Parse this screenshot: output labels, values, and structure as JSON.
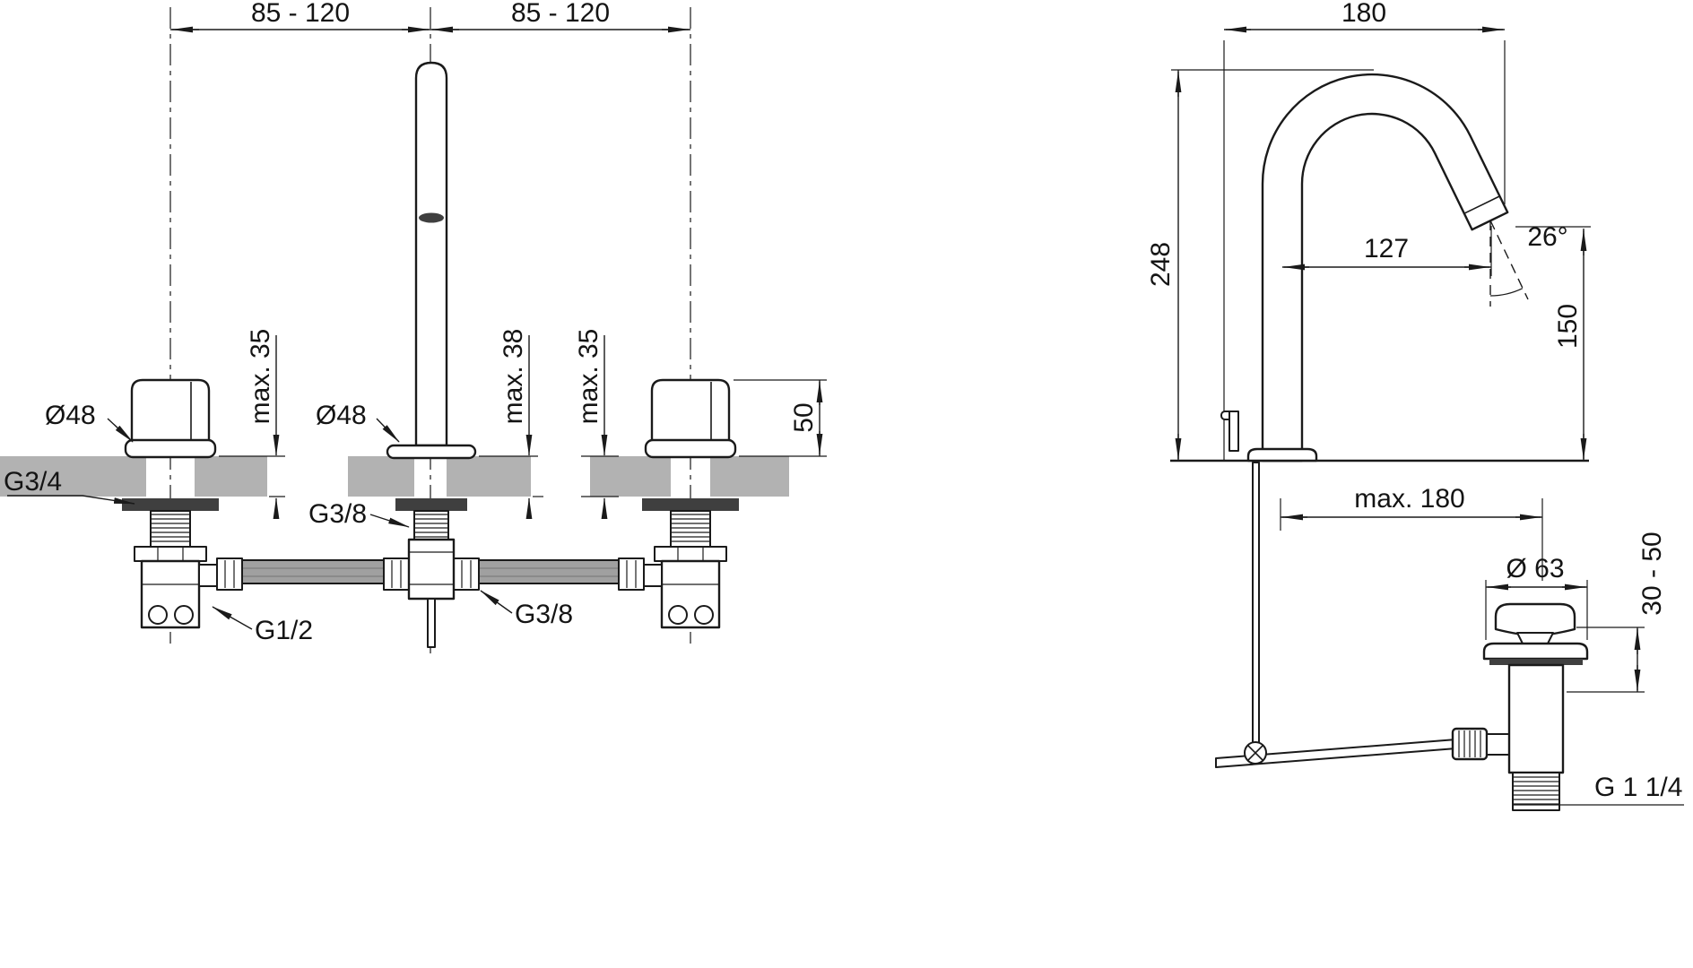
{
  "colors": {
    "line": "#1a1a1a",
    "deck_gray": "#b2b2b2",
    "hose_gray": "#a0a0a0",
    "washer_dark": "#3f3f3f"
  },
  "front_view": {
    "dim_spacing_left": "85 - 120",
    "dim_spacing_right": "85 - 120",
    "label_handle_diameter": "Ø48",
    "label_spout_diameter": "Ø48",
    "dim_max_deck_left": "max. 35",
    "dim_max_deck_center": "max. 38",
    "dim_max_deck_right": "max. 35",
    "dim_handle_height": "50",
    "label_thread_g34": "G3/4",
    "label_thread_g38_spout": "G3/8",
    "label_thread_g12": "G1/2",
    "label_thread_g38_hose": "G3/8"
  },
  "side_view": {
    "dim_spout_reach": "180",
    "dim_total_height": "248",
    "dim_outlet_reach": "127",
    "dim_outlet_angle": "26°",
    "dim_outlet_height": "150",
    "dim_max_waste_reach": "max. 180",
    "label_waste_diameter": "Ø 63",
    "dim_waste_deck_range": "30 - 50",
    "label_thread_g114": "G 1 1/4"
  }
}
